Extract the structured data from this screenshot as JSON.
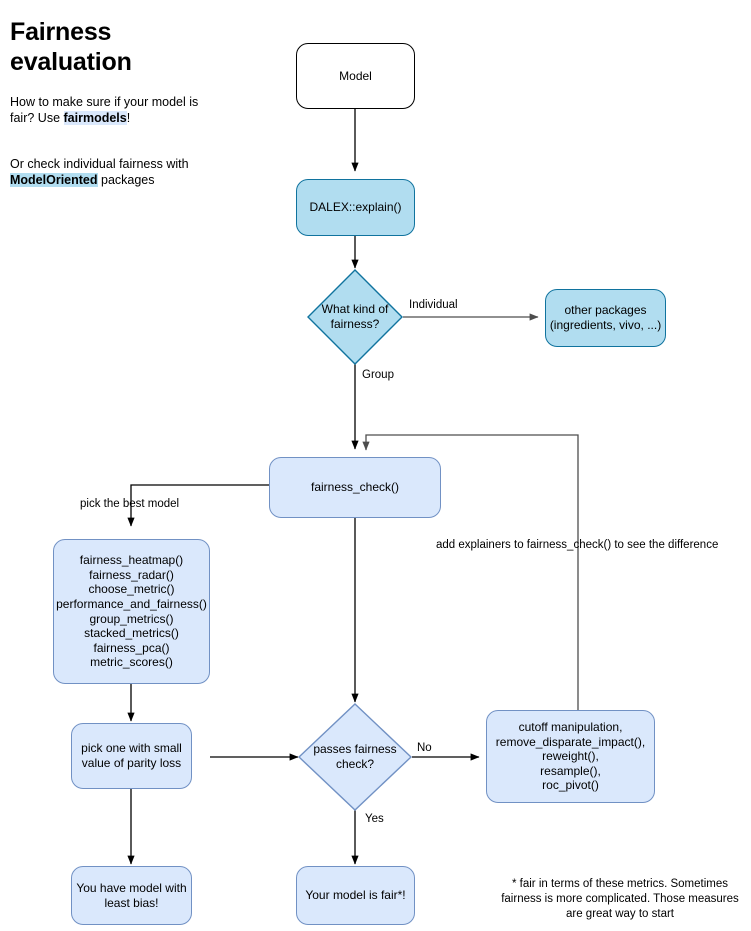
{
  "panel": {
    "title": "Fairness evaluation",
    "para1_pre": "How to make sure if your model is fair? Use ",
    "para1_highlight": "fairmodels",
    "para1_post": "!",
    "para2_pre": "Or check individual fairness with ",
    "para2_highlight": "ModelOriented",
    "para2_post": " packages"
  },
  "nodes": {
    "model": "Model",
    "explain": "DALEX::explain()",
    "kind_of_fairness": "What kind of\nfairness?",
    "other_packages": "other packages\n(ingredients, vivo, ...)",
    "fairness_check": "fairness_check()",
    "plot_functions": "fairness_heatmap()\nfairness_radar()\nchoose_metric()\nperformance_and_fairness()\ngroup_metrics()\nstacked_metrics()\nfairness_pca()\nmetric_scores()",
    "pick_one": "pick one with small\nvalue of parity loss",
    "passes_check": "passes fairness\ncheck?",
    "mitigation": "cutoff manipulation,\nremove_disparate_impact(),\nreweight(),\nresample(),\nroc_pivot()",
    "least_bias": "You have model with\nleast bias!",
    "model_is_fair": "Your model is fair*!"
  },
  "edge_labels": {
    "individual": "Individual",
    "group": "Group",
    "pick_best_model": "pick the best model",
    "add_explainers": "add explainers to fairness_check() to see the difference",
    "no": "No",
    "yes": "Yes"
  },
  "footnote": "* fair in terms of these metrics. Sometimes fairness is more complicated. Those measures are great way to start",
  "colors": {
    "cyan_fill": "#b1ddf0",
    "cyan_stroke": "#10739e",
    "blue_fill": "#dae8fc",
    "blue_stroke": "#7191c4",
    "white_fill": "#ffffff",
    "black_stroke": "#000000",
    "edge_black": "#000000",
    "edge_gray": "#4d4d4d"
  }
}
